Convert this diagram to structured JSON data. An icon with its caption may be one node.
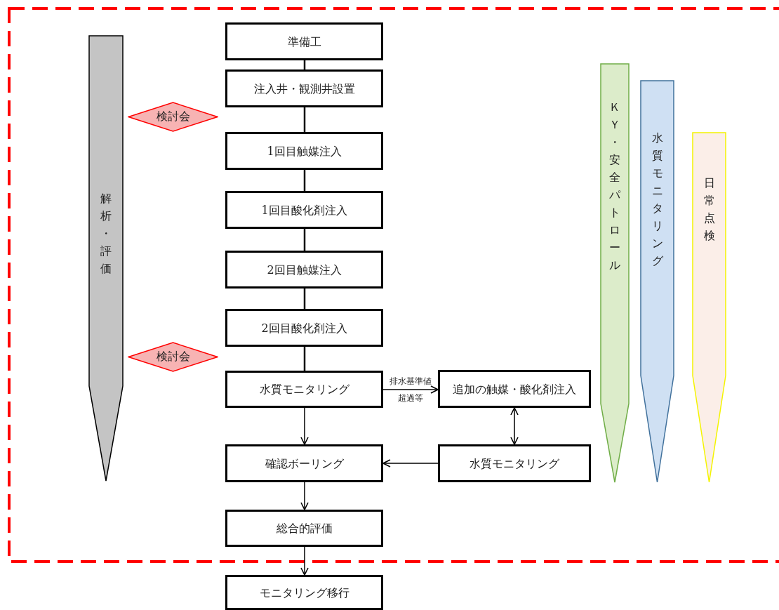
{
  "diagram": {
    "nodes": [
      {
        "text": [
          "解析・評価"
        ]
      },
      {
        "text": [
          "検討会"
        ]
      },
      {
        "text": [
          "検討会"
        ]
      },
      {
        "text": [
          "準備工"
        ]
      },
      {
        "text": [
          "注入井・観測井設置"
        ]
      },
      {
        "text": [
          "1回目触媒注入"
        ]
      },
      {
        "text": [
          "1回目酸化剤注入"
        ]
      },
      {
        "text": [
          "2回目触媒注入"
        ]
      },
      {
        "text": [
          "2回目酸化剤注入"
        ]
      },
      {
        "text": [
          "水質モニタリング"
        ]
      },
      {
        "text": [
          "追加の触媒・酸化剤注入"
        ]
      },
      {
        "text": [
          "確認ボーリング"
        ]
      },
      {
        "text": [
          "水質モニタリング"
        ]
      },
      {
        "text": [
          "総合的評価"
        ]
      },
      {
        "text": [
          "モニタリング移行"
        ]
      },
      {
        "text": [
          "ＫＹ・安全パトロール"
        ]
      },
      {
        "text": [
          "水質モニタリング"
        ]
      },
      {
        "text": [
          "日常点検"
        ]
      }
    ],
    "edges": [
      {
        "from": 3,
        "to": 4,
        "arrow": "none"
      },
      {
        "from": 4,
        "to": 5,
        "arrow": "none"
      },
      {
        "from": 5,
        "to": 6,
        "arrow": "none"
      },
      {
        "from": 6,
        "to": 7,
        "arrow": "none"
      },
      {
        "from": 7,
        "to": 8,
        "arrow": "none"
      },
      {
        "from": 8,
        "to": 9,
        "arrow": "none"
      },
      {
        "from": 9,
        "to": 10,
        "arrow": "to",
        "label": "排水基準値超過等"
      },
      {
        "from": 9,
        "to": 11,
        "arrow": "to"
      },
      {
        "from": 10,
        "to": 12,
        "arrow": "both"
      },
      {
        "from": 12,
        "to": 11,
        "arrow": "to"
      },
      {
        "from": 11,
        "to": 13,
        "arrow": "to"
      },
      {
        "from": 13,
        "to": 14,
        "arrow": "to"
      }
    ]
  }
}
